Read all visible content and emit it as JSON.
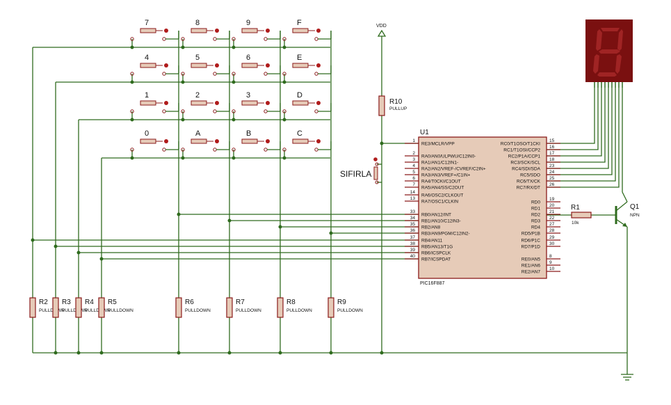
{
  "keypad": {
    "rows": [
      [
        "7",
        "8",
        "9",
        "F"
      ],
      [
        "4",
        "5",
        "6",
        "E"
      ],
      [
        "1",
        "2",
        "3",
        "D"
      ],
      [
        "0",
        "A",
        "B",
        "C"
      ]
    ]
  },
  "vdd": {
    "label": "VDD"
  },
  "r10": {
    "name": "R10",
    "type": "PULLUP"
  },
  "reset_button": {
    "label": "SIFIRLA"
  },
  "mcu": {
    "name": "U1",
    "part": "PIC16F887",
    "left_pins": [
      {
        "num": "1",
        "name": "RE3/MCLR/VPP"
      },
      {
        "num": "2",
        "name": "RA0/AN0/ULPWU/C12IN0-"
      },
      {
        "num": "3",
        "name": "RA1/AN1/C12IN1-"
      },
      {
        "num": "4",
        "name": "RA2/AN2/VREF-/CVREF/C2IN+"
      },
      {
        "num": "5",
        "name": "RA3/AN3/VREF+/C1IN+"
      },
      {
        "num": "6",
        "name": "RA4/T0CKI/C1OUT"
      },
      {
        "num": "7",
        "name": "RA5/AN4/SS/C2OUT"
      },
      {
        "num": "14",
        "name": "RA6/OSC2/CLKOUT"
      },
      {
        "num": "13",
        "name": "RA7/OSC1/CLKIN"
      },
      {
        "num": "33",
        "name": "RB0/AN12/INT"
      },
      {
        "num": "34",
        "name": "RB1/AN10/C12IN3-"
      },
      {
        "num": "35",
        "name": "RB2/AN8"
      },
      {
        "num": "36",
        "name": "RB3/AN9/PGM/C12IN2-"
      },
      {
        "num": "37",
        "name": "RB4/AN11"
      },
      {
        "num": "38",
        "name": "RB5/AN13/T1G"
      },
      {
        "num": "39",
        "name": "RB6/ICSPCLK"
      },
      {
        "num": "40",
        "name": "RB7/ICSPDAT"
      }
    ],
    "right_pins": [
      {
        "num": "15",
        "name": "RC0/T1OSO/T1CKI"
      },
      {
        "num": "16",
        "name": "RC1/T1OSI/CCP2"
      },
      {
        "num": "17",
        "name": "RC2/P1A/CCP1"
      },
      {
        "num": "18",
        "name": "RC3/SCK/SCL"
      },
      {
        "num": "23",
        "name": "RC4/SDI/SDA"
      },
      {
        "num": "24",
        "name": "RC5/SDO"
      },
      {
        "num": "25",
        "name": "RC6/TX/CK"
      },
      {
        "num": "26",
        "name": "RC7/RX/DT"
      },
      {
        "num": "19",
        "name": "RD0"
      },
      {
        "num": "20",
        "name": "RD1"
      },
      {
        "num": "21",
        "name": "RD2"
      },
      {
        "num": "22",
        "name": "RD3"
      },
      {
        "num": "27",
        "name": "RD4"
      },
      {
        "num": "28",
        "name": "RD5/P1B"
      },
      {
        "num": "29",
        "name": "RD6/P1C"
      },
      {
        "num": "30",
        "name": "RD7/P1D"
      },
      {
        "num": "8",
        "name": "RE0/AN5"
      },
      {
        "num": "9",
        "name": "RE1/AN6"
      },
      {
        "num": "10",
        "name": "RE2/AN7"
      }
    ]
  },
  "r1": {
    "name": "R1",
    "value": "10k"
  },
  "q1": {
    "name": "Q1",
    "type": "NPN"
  },
  "seven_segment": {
    "digit": "8"
  },
  "pulldowns": [
    {
      "name": "R2",
      "type": "PULLDOWN"
    },
    {
      "name": "R3",
      "type": "PULLDOWN"
    },
    {
      "name": "R4",
      "type": "PULLDOWN"
    },
    {
      "name": "R5",
      "type": "PULLDOWN"
    },
    {
      "name": "R6",
      "type": "PULLDOWN"
    },
    {
      "name": "R7",
      "type": "PULLDOWN"
    },
    {
      "name": "R8",
      "type": "PULLDOWN"
    },
    {
      "name": "R9",
      "type": "PULLDOWN"
    }
  ],
  "colors": {
    "wire": "#2f6b1e",
    "component_fill": "#e6cbb8",
    "component_stroke": "#8a1a1a",
    "segment_display_bg": "#7a1010",
    "segment_off": "#a02424"
  }
}
